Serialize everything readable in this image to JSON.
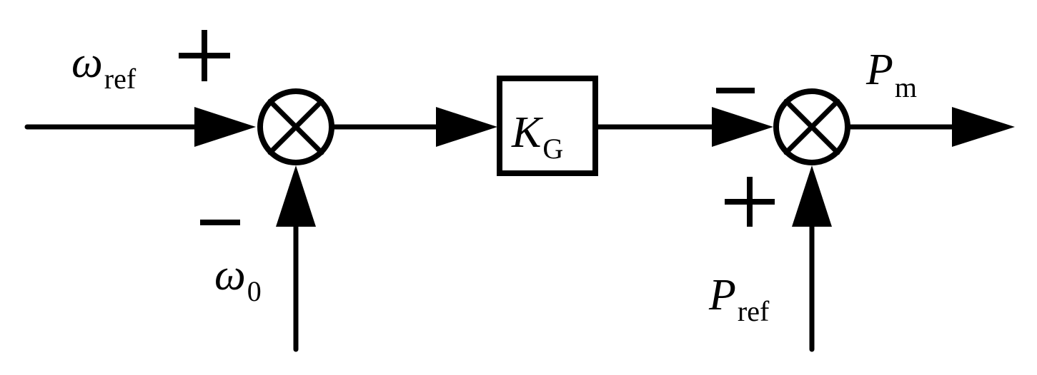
{
  "inputs": {
    "omega_ref": {
      "symbol": "ω",
      "subscript": "ref"
    },
    "omega_0": {
      "symbol": "ω",
      "subscript": "0"
    },
    "p_ref": {
      "symbol": "P",
      "subscript": "ref"
    }
  },
  "gain_block": {
    "symbol": "K",
    "subscript": "G"
  },
  "output": {
    "symbol": "P",
    "subscript": "m"
  },
  "junction1": {
    "plus_input": "omega_ref",
    "minus_input": "omega_0"
  },
  "junction2": {
    "minus_input": "gain_output",
    "plus_input": "p_ref"
  }
}
